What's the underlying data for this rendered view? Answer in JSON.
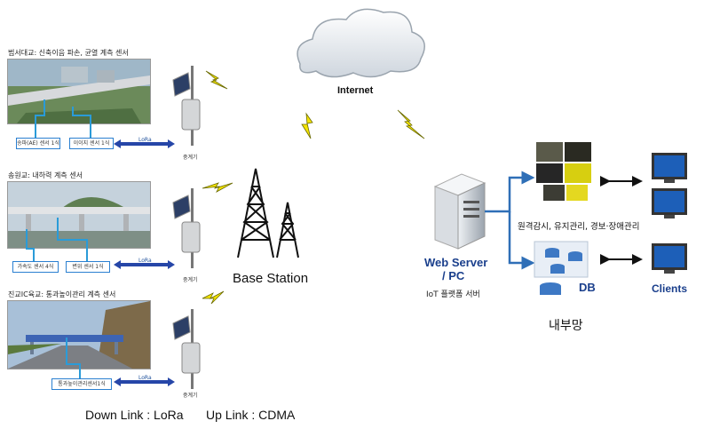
{
  "sites": [
    {
      "caption": "범서대교: 신축이음 파손, 균열 계측 센서",
      "sensors": [
        "송파(AE) 센서 1식",
        "이이지 센서 1식"
      ],
      "link": "LoRa",
      "repeater": "중계기"
    },
    {
      "caption": "송원교: 내하력 계측 센서",
      "sensors": [
        "가속도 센서 4식",
        "변위 센서 1식"
      ],
      "link": "LoRa",
      "repeater": "중계기"
    },
    {
      "caption": "진교IC육교: 통과높이관리 계측 센서",
      "sensors": [
        "통과높이관리센서1식"
      ],
      "link": "LoRa",
      "repeater": "중계기"
    }
  ],
  "base_station": "Base Station",
  "internet": "Internet",
  "web_server": {
    "line1": "Web Server",
    "line2": "/ PC",
    "caption": "IoT 플랫폼 서버"
  },
  "monitoring": "원격감시, 유지관리, 경보·장애관리",
  "db": "DB",
  "clients": "Clients",
  "internal_network": "내부망",
  "down_link": "Down Link : LoRa",
  "up_link": "Up Link : CDMA",
  "colors": {
    "arrow": "#2f6fb7",
    "bolt": "#f5e400",
    "accent": "#1a3f8c"
  }
}
